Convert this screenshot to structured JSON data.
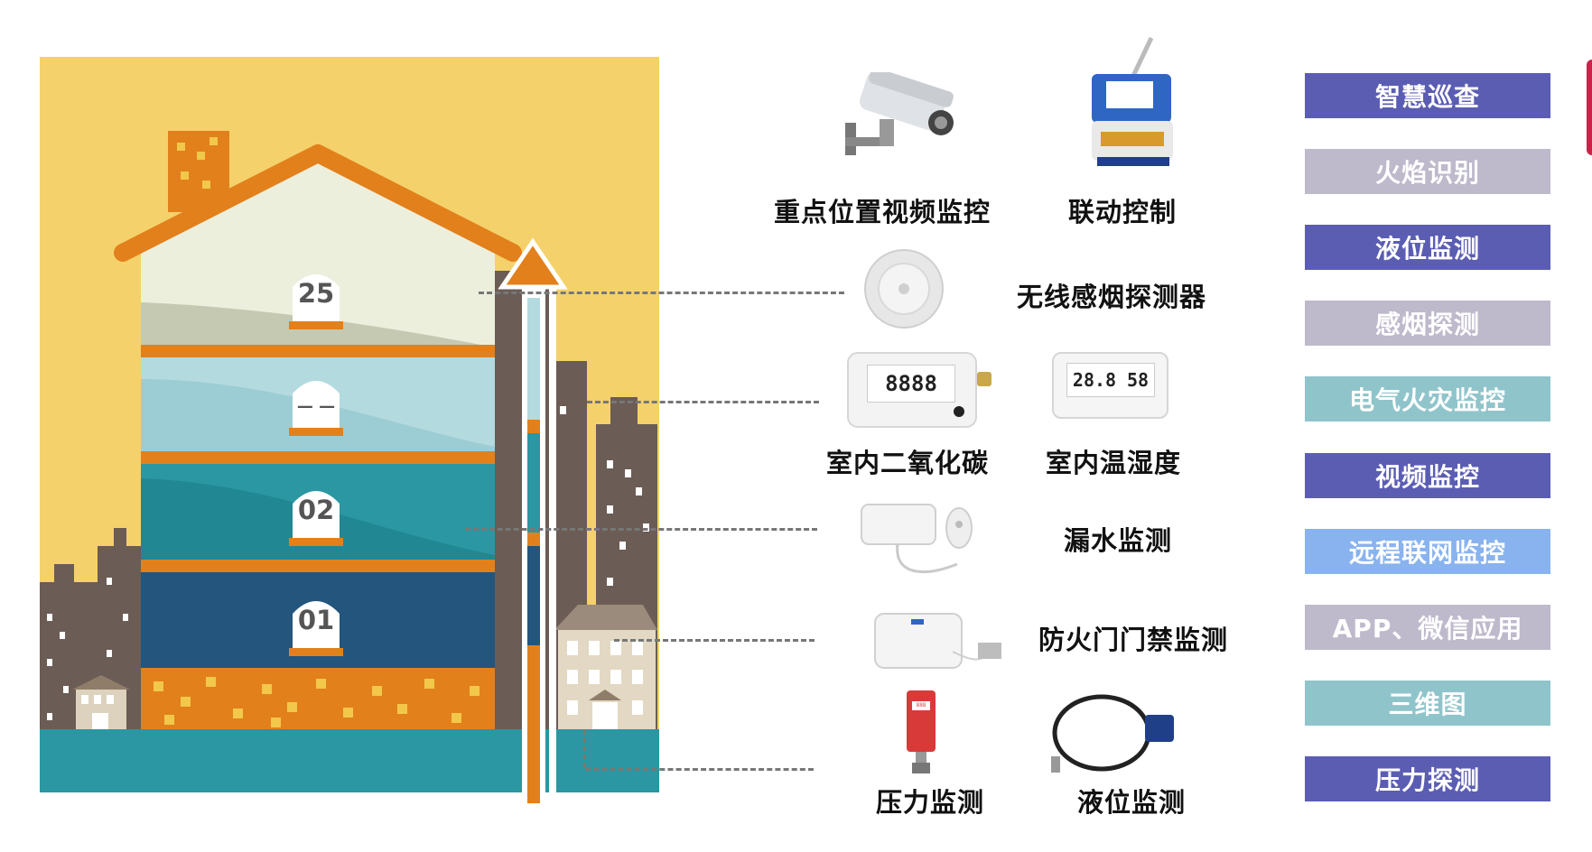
{
  "floors": [
    "25",
    "— —",
    "02",
    "01"
  ],
  "devices": {
    "camera": "重点位置视频监控",
    "linkage": "联动控制",
    "smoke": "无线感烟探测器",
    "co2": "室内二氧化碳",
    "co2_display": "8888",
    "temp": "室内温湿度",
    "temp_display": "28.8",
    "humid_display": "58",
    "leak": "漏水监测",
    "firedoor": "防火门门禁监测",
    "pressure": "压力监测",
    "pressure_display": "888",
    "level": "液位监测"
  },
  "features": [
    {
      "label": "智慧巡查",
      "color": "#5b5db3"
    },
    {
      "label": "火焰识别",
      "color": "#bfb9cc"
    },
    {
      "label": "液位监测",
      "color": "#5b5db3"
    },
    {
      "label": "感烟探测",
      "color": "#bfb9cc"
    },
    {
      "label": "电气火灾监控",
      "color": "#90c4cb"
    },
    {
      "label": "视频监控",
      "color": "#5b5db3"
    },
    {
      "label": "远程联网监控",
      "color": "#89b3ef"
    },
    {
      "label": "APP、微信应用",
      "color": "#bfb9cc"
    },
    {
      "label": "三维图",
      "color": "#90c4cb"
    },
    {
      "label": "压力探测",
      "color": "#5b5db3"
    }
  ]
}
